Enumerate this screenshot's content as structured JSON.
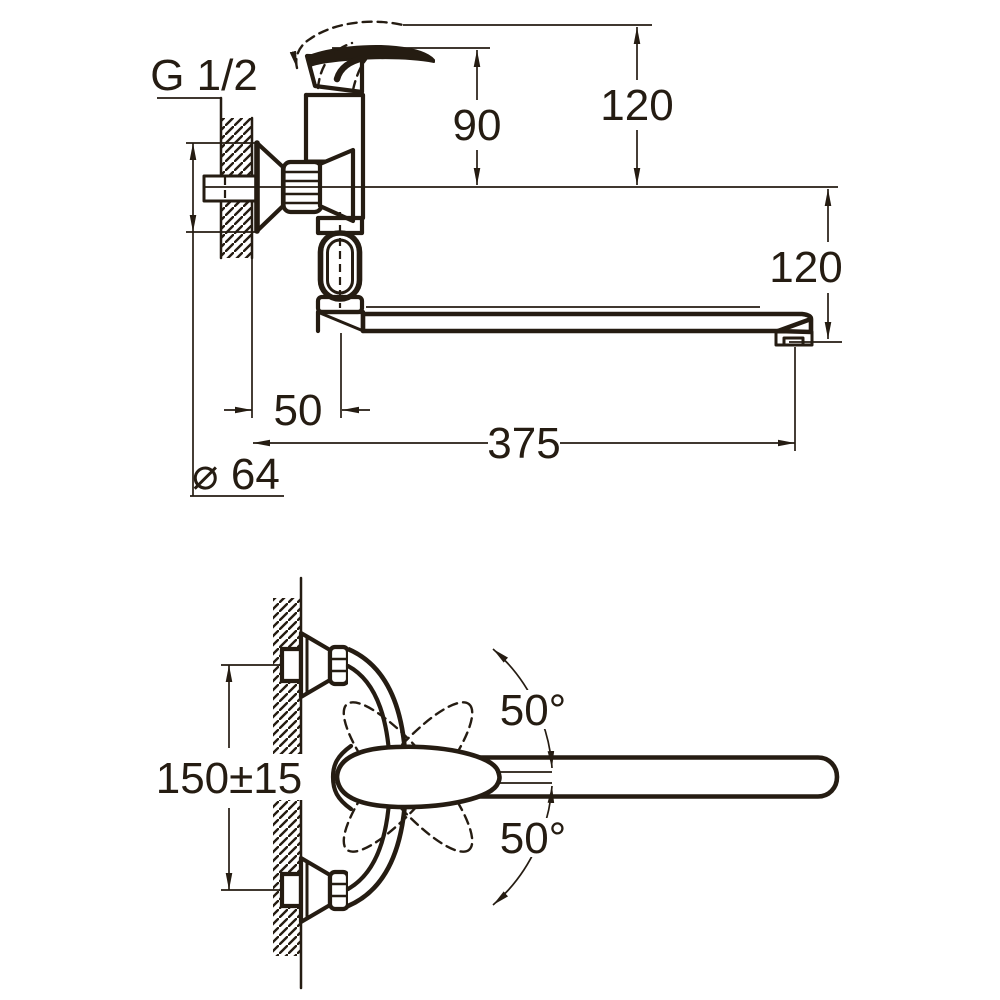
{
  "drawing": {
    "title": "wall-mounted single-lever faucet with long swivel spout - dimension drawing",
    "line_color": "#251c12",
    "background_color": "#ffffff",
    "side_view": {
      "thread_size": "G 1/2",
      "handle_height": "90",
      "handle_raised_height": "120",
      "spout_drop": "120",
      "wall_to_spout_axis": "50",
      "spout_reach": "375",
      "flange_diameter": "⌀ 64"
    },
    "top_view": {
      "connection_spacing": "150±15",
      "swivel_angle_up": "50°",
      "swivel_angle_down": "50°"
    }
  }
}
